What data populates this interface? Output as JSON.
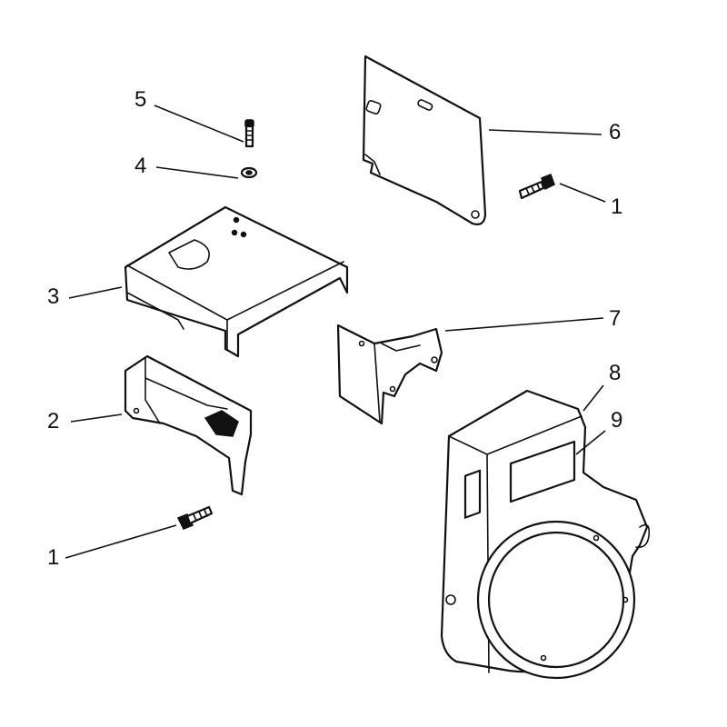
{
  "callouts": {
    "c1a": "1",
    "c1b": "1",
    "c2": "2",
    "c3": "3",
    "c4": "4",
    "c5": "5",
    "c6": "6",
    "c7": "7",
    "c8": "8",
    "c9": "9"
  },
  "colors": {
    "line": "#111111",
    "background": "#ffffff"
  }
}
